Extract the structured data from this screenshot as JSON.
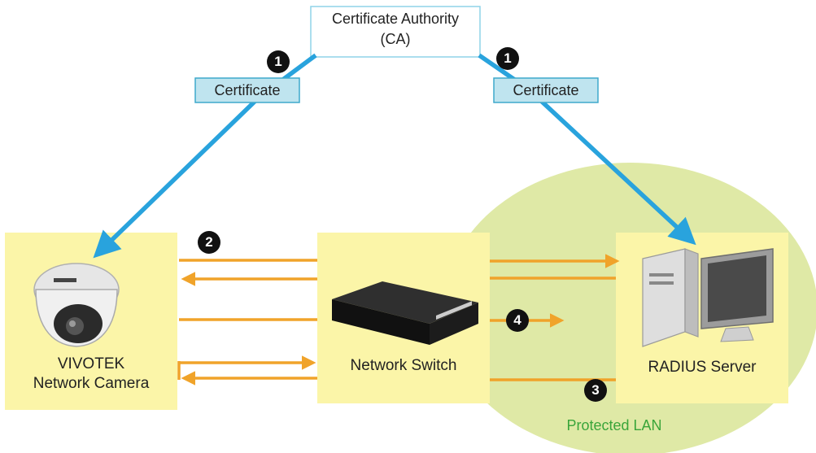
{
  "colors": {
    "node_fill": "#fbf5a8",
    "lan_fill": "#dfe9a6",
    "cert_fill": "#bfe4ef",
    "cert_border": "#3fa9cc",
    "blue_arrow": "#29a3dd",
    "orange_arrow": "#f0a32a",
    "lan_text": "#3aa53a",
    "badge": "#111111"
  },
  "ca": {
    "title_line1": "Certificate Authority",
    "title_line2": "(CA)"
  },
  "certificates": {
    "left": "Certificate",
    "right": "Certificate"
  },
  "nodes": {
    "camera": {
      "line1": "VIVOTEK",
      "line2": "Network Camera",
      "icon": "dome-camera-icon"
    },
    "switch": {
      "label": "Network Switch",
      "icon": "network-switch-icon"
    },
    "server": {
      "label": "RADIUS Server",
      "icon": "server-computer-icon"
    }
  },
  "lan": {
    "label": "Protected LAN"
  },
  "steps": {
    "ca_left": "1",
    "ca_right": "1",
    "camera_switch": "2",
    "server_switch": "3",
    "switch_lan": "4"
  }
}
